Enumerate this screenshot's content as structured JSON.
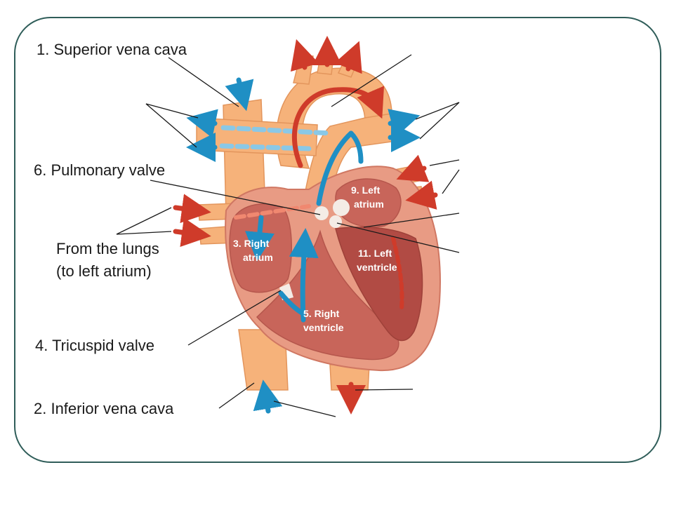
{
  "labels": {
    "superior_vena_cava": "1. Superior vena cava",
    "pulmonary_valve": "6. Pulmonary valve",
    "from_lungs_line1": "From the lungs",
    "from_lungs_line2": "(to left atrium)",
    "tricuspid_valve": "4. Tricuspid valve",
    "inferior_vena_cava": "2. Inferior vena cava"
  },
  "chambers": {
    "right_atrium_num": "3. Right",
    "right_atrium_name": "atrium",
    "right_ventricle_num": "5. Right",
    "right_ventricle_name": "ventricle",
    "left_atrium_num": "9. Left",
    "left_atrium_name": "atrium",
    "left_ventricle_num": "11. Left",
    "left_ventricle_name": "ventricle"
  },
  "colors": {
    "frame": "#2f5d59",
    "vessel": "#f6b27a",
    "muscle": "#e89b84",
    "chamber": "#c8655a",
    "deoxygenated": "#1f8fc4",
    "oxygenated": "#cf3b2a"
  }
}
